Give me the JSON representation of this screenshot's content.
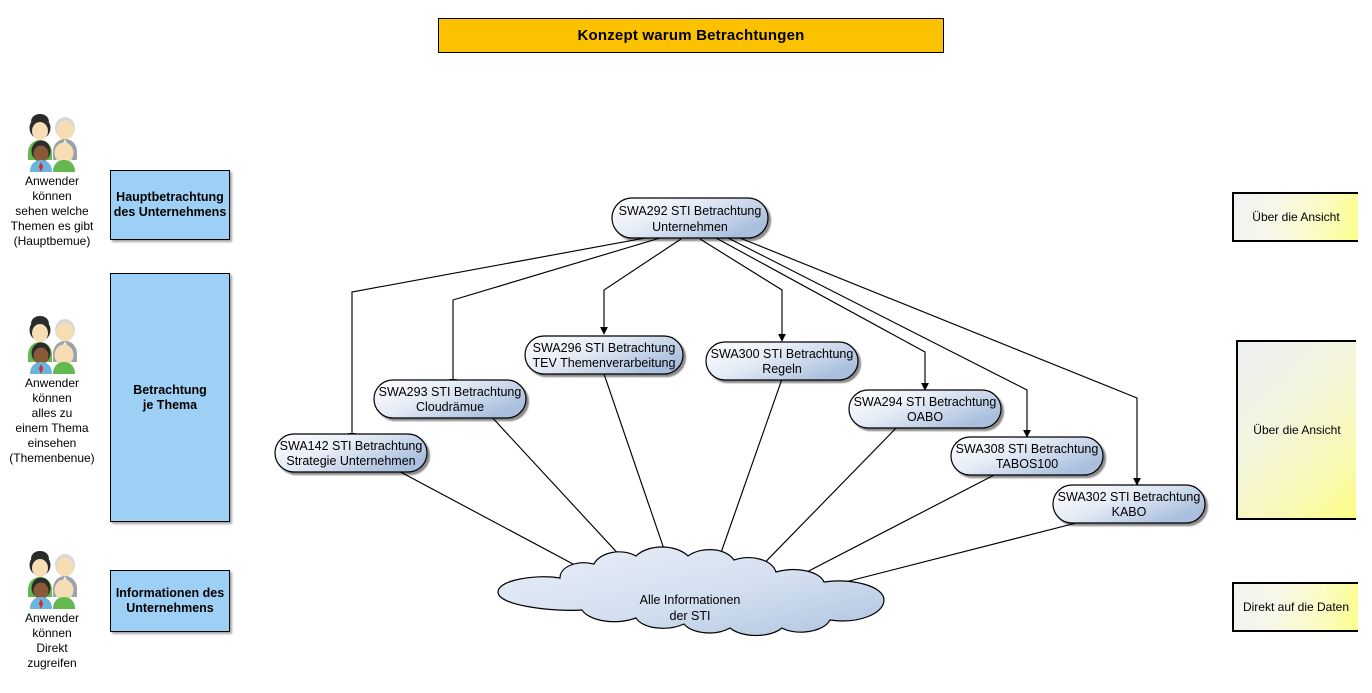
{
  "title": {
    "text": "Konzept warum Betrachtungen",
    "bg": "#FCC200"
  },
  "sidebar": {
    "groups": [
      {
        "icon": "people-group-icon",
        "caption": "Anwender\nkönnen\nsehen welche\nThemen es gibt\n(Hauptbemue)",
        "box_label": "Hauptbetrachtung\ndes Unternehmens"
      },
      {
        "icon": "people-group-icon",
        "caption": "Anwender\nkönnen\nalles zu\neinem Thema\neinsehen\n(Themenbenue)",
        "box_label": "Betrachtung\nje Thema"
      },
      {
        "icon": "people-group-icon",
        "caption": "Anwender\nkönnen\nDirekt\nzugreifen",
        "box_label": "Informationen des\nUnternehmens"
      }
    ],
    "box_color": "#9ED0F5"
  },
  "notes": [
    {
      "text": "Über die Ansicht"
    },
    {
      "text": "Über die Ansicht"
    },
    {
      "text": "Direkt auf die Daten"
    }
  ],
  "graph": {
    "node_fill_light": "#ffffff",
    "node_fill_dark": "#aabfde",
    "edge_color": "#000000",
    "root": {
      "line1": "SWA292 STI Betrachtung",
      "line2": "Unternehmen"
    },
    "nodes": [
      {
        "id": "swa142",
        "line1": "SWA142 STI Betrachtung",
        "line2": "Strategie Unternehmen"
      },
      {
        "id": "swa293",
        "line1": "SWA293 STI Betrachtung",
        "line2": "Cloudrämue"
      },
      {
        "id": "swa296",
        "line1": "SWA296 STI Betrachtung",
        "line2": "TEV Themenverarbeitung"
      },
      {
        "id": "swa300",
        "line1": "SWA300 STI Betrachtung",
        "line2": "Regeln"
      },
      {
        "id": "swa294",
        "line1": "SWA294 STI Betrachtung",
        "line2": "OABO"
      },
      {
        "id": "swa308",
        "line1": "SWA308 STI Betrachtung",
        "line2": "TABOS100"
      },
      {
        "id": "swa302",
        "line1": "SWA302 STI Betrachtung",
        "line2": "KABO"
      }
    ],
    "cloud": {
      "line1": "Alle Informationen",
      "line2": "der STI"
    }
  }
}
